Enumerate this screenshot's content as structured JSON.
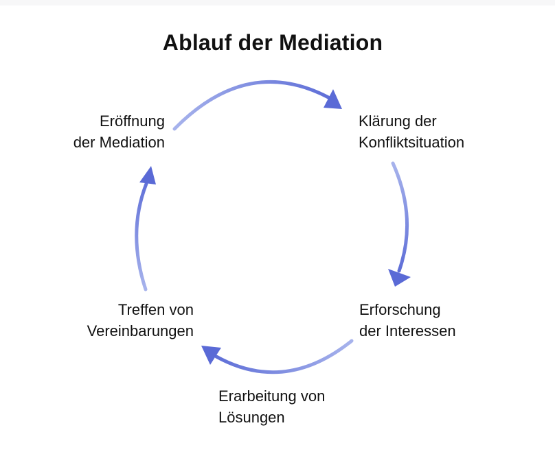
{
  "title": "Ablauf der Mediation",
  "colors": {
    "arrow_light": "#a7b3ec",
    "arrow_dark": "#5a6ad6",
    "text": "#111111",
    "background": "#ffffff"
  },
  "stages": [
    {
      "line1": "Eröffnung",
      "line2": "der Mediation"
    },
    {
      "line1": "Klärung der",
      "line2": "Konfliktsituation"
    },
    {
      "line1": "Erforschung",
      "line2": "der Interessen"
    },
    {
      "line1": "Erarbeitung von",
      "line2": "Lösungen"
    },
    {
      "line1": "Treffen von",
      "line2": "Vereinbarungen"
    }
  ],
  "cycle_arrows": [
    {
      "from": "Eröffnung der Mediation",
      "to": "Klärung der Konfliktsituation",
      "icon": "arrow-icon"
    },
    {
      "from": "Klärung der Konfliktsituation",
      "to": "Erforschung der Interessen",
      "icon": "arrow-icon"
    },
    {
      "from": "Erforschung der Interessen",
      "to": "Erarbeitung von Lösungen",
      "icon": "arrow-icon"
    },
    {
      "from": "Treffen von Vereinbarungen",
      "to": "Eröffnung der Mediation",
      "icon": "arrow-icon"
    }
  ]
}
